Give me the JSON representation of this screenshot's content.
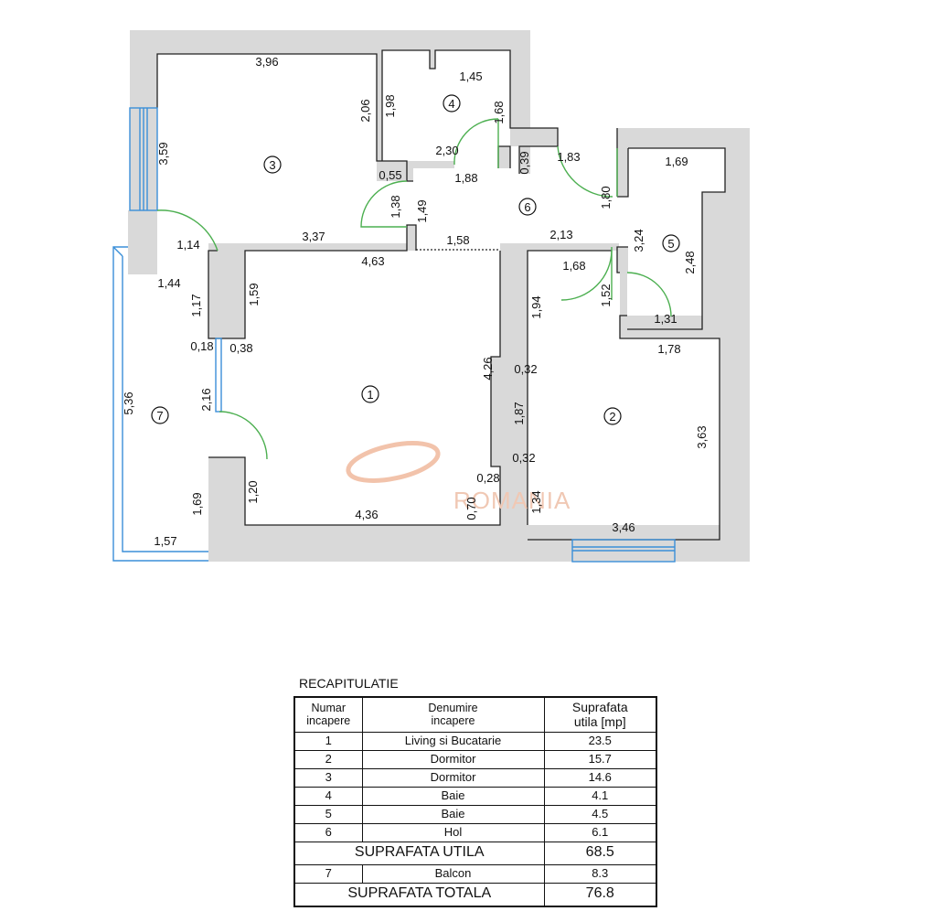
{
  "plan": {
    "dimensions": [
      "3,96",
      "1,45",
      "2,06",
      "1,98",
      "1,68",
      "3,59",
      "2,30",
      "0,55",
      "1,88",
      "0,39",
      "1,83",
      "1,38",
      "1,49",
      "1,69",
      "1,80",
      "3,37",
      "1,58",
      "2,13",
      "3,24",
      "2,48",
      "1,14",
      "4,63",
      "1,68",
      "1,44",
      "1,52",
      "1,31",
      "1,17",
      "1,59",
      "1,94",
      "0,18",
      "0,38",
      "1,78",
      "4,26",
      "0,32",
      "5,36",
      "2,16",
      "1,87",
      "3,63",
      "0,32",
      "0,28",
      "1,20",
      "1,34",
      "1,69",
      "4,36",
      "0,70",
      "3,46",
      "1,57"
    ],
    "rooms": [
      "1",
      "2",
      "3",
      "4",
      "5",
      "6",
      "7"
    ],
    "watermark": "ROMANIA"
  },
  "recap": {
    "title": "RECAPITULATIE",
    "headers": {
      "number": [
        "Numar",
        "incapere"
      ],
      "name": [
        "Denumire",
        "incapere"
      ],
      "area": [
        "Suprafata",
        "utila [mp]"
      ]
    },
    "rows": [
      {
        "num": "1",
        "name": "Living si Bucatarie",
        "area": "23.5"
      },
      {
        "num": "2",
        "name": "Dormitor",
        "area": "15.7"
      },
      {
        "num": "3",
        "name": "Dormitor",
        "area": "14.6"
      },
      {
        "num": "4",
        "name": "Baie",
        "area": "4.1"
      },
      {
        "num": "5",
        "name": "Baie",
        "area": "4.5"
      },
      {
        "num": "6",
        "name": "Hol",
        "area": "6.1"
      }
    ],
    "useful_label": "SUPRAFATA UTILA",
    "useful_value": "68.5",
    "balcony": {
      "num": "7",
      "name": "Balcon",
      "area": "8.3"
    },
    "total_label": "SUPRAFATA TOTALA",
    "total_value": "76.8"
  }
}
